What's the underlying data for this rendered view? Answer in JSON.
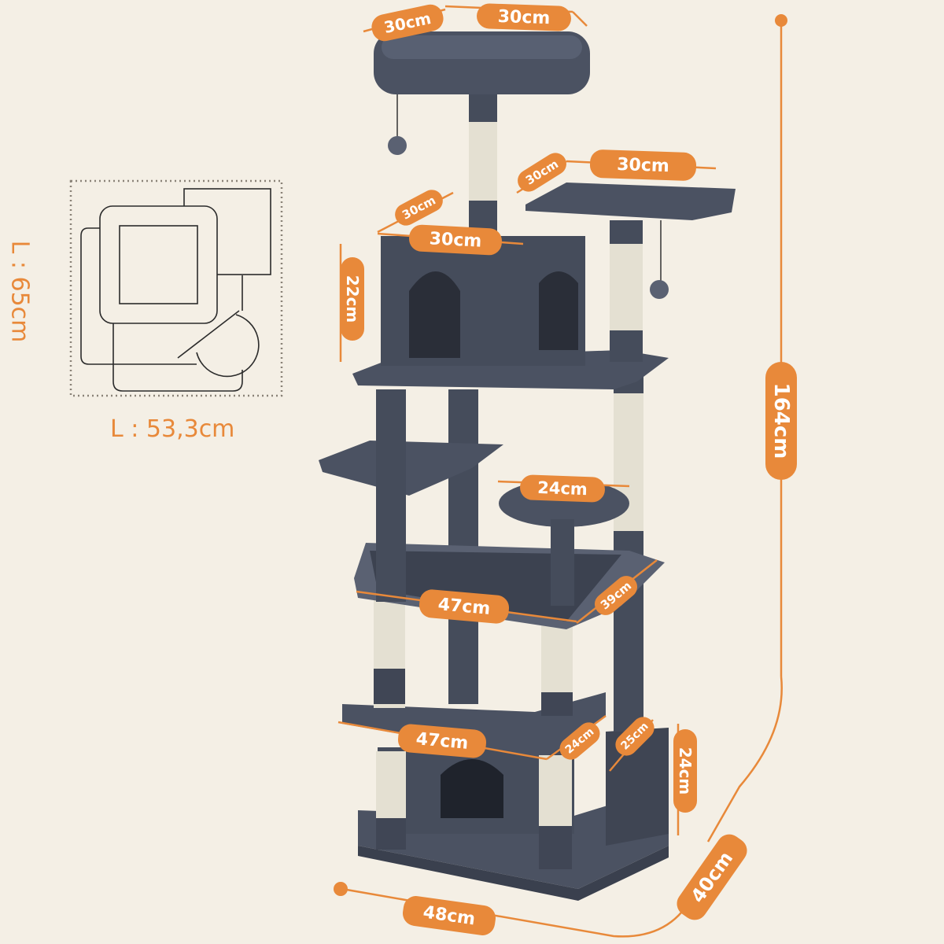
{
  "colors": {
    "background": "#f4efe5",
    "accent": "#e8893a",
    "plush": "#4b5262",
    "plush_dark": "#3a404e",
    "sisal": "#e4e0d2",
    "outline": "#2b2b2b"
  },
  "footprint": {
    "length_label": "L : 65cm",
    "width_label": "L : 53,3cm"
  },
  "dimensions": {
    "top_bed_depth": "30cm",
    "top_bed_width": "30cm",
    "right_platform_depth": "30cm",
    "right_platform_width": "30cm",
    "condo_depth": "30cm",
    "condo_width": "30cm",
    "condo_height": "22cm",
    "round_platform_diameter": "24cm",
    "hammock_width": "47cm",
    "hammock_depth": "39cm",
    "lower_platform_width": "47cm",
    "lower_platform_depth": "24cm",
    "side_box_depth": "25cm",
    "side_box_height": "24cm",
    "base_width": "48cm",
    "base_depth": "40cm",
    "total_height": "164cm"
  }
}
